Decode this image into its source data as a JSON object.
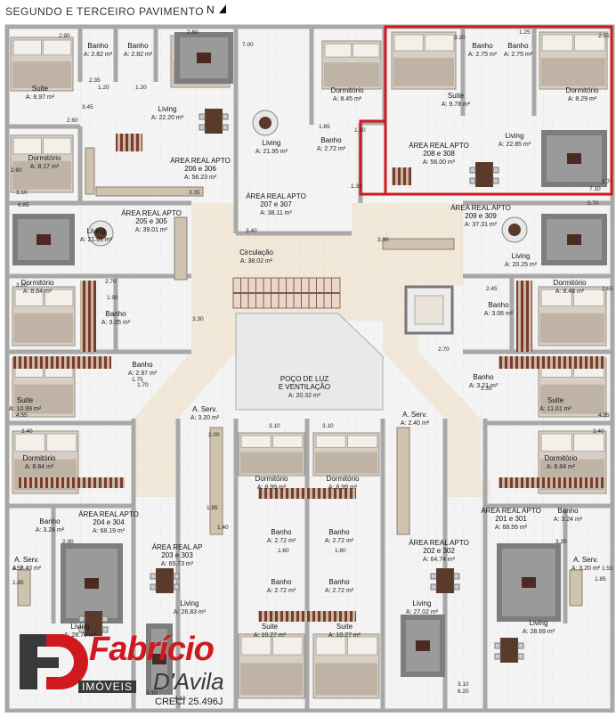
{
  "header": {
    "title": "SEGUNDO E TERCEIRO PAVIMENTO",
    "north": "N"
  },
  "rooms": [
    {
      "id": "suite-206-306",
      "name": "Suite",
      "area": "A: 8.97 m²"
    },
    {
      "id": "banho-a1",
      "name": "Banho",
      "area": "A: 2.82 m²"
    },
    {
      "id": "banho-a2",
      "name": "Banho",
      "area": "A: 2.82 m²"
    },
    {
      "id": "living-206-306",
      "name": "Living",
      "area": "A: 22.20 m²"
    },
    {
      "id": "dormitorio-206-306",
      "name": "Dormitório",
      "area": "A: 8.17 m²"
    },
    {
      "id": "area-real-206-306",
      "name": "ÁREA REAL APTO 206 e 306",
      "area": "A: 56.23 m²"
    },
    {
      "id": "dormitorio-207-307",
      "name": "Dormitório",
      "area": "A: 8.45 m²"
    },
    {
      "id": "living-207-307",
      "name": "Living",
      "area": "A: 21.95 m²"
    },
    {
      "id": "banho-207-307",
      "name": "Banho",
      "area": "A: 2.72 m²"
    },
    {
      "id": "area-real-207-307",
      "name": "ÁREA REAL APTO 207 e 307",
      "area": "A: 38.11 m²"
    },
    {
      "id": "suite-208-308",
      "name": "Suite",
      "area": "A: 9.78 m²"
    },
    {
      "id": "banho-b1",
      "name": "Banho",
      "area": "A: 2.75 m²"
    },
    {
      "id": "banho-b2",
      "name": "Banho",
      "area": "A: 2.75 m²"
    },
    {
      "id": "dormitorio-208-308",
      "name": "Dormitório",
      "area": "A: 8.29 m²"
    },
    {
      "id": "area-real-208-308",
      "name": "ÁREA REAL APTO 208 e 308",
      "area": "A: 56.00 m²"
    },
    {
      "id": "living-208-308",
      "name": "Living",
      "area": "A: 22.85 m²"
    },
    {
      "id": "area-real-205-305",
      "name": "ÁREA REAL APTO 205 e 305",
      "area": "A: 39.01 m²"
    },
    {
      "id": "living-205-305",
      "name": "Living",
      "area": "A: 21.61 m²"
    },
    {
      "id": "circulacao",
      "name": "Circulação",
      "area": "A: 38.02 m²"
    },
    {
      "id": "area-real-209-309",
      "name": "ÁREA REAL APTO 209 e 309",
      "area": "A: 37.31 m²"
    },
    {
      "id": "living-209-309",
      "name": "Living",
      "area": "A: 20.25 m²"
    },
    {
      "id": "dormitorio-205-305",
      "name": "Dormitório",
      "area": "A: 8.64 m²"
    },
    {
      "id": "banho-205-305",
      "name": "Banho",
      "area": "A: 3.05 m²"
    },
    {
      "id": "dormitorio-209-309",
      "name": "Dormitório",
      "area": "A: 8.48 m²"
    },
    {
      "id": "banho-209-309",
      "name": "Banho",
      "area": "A: 3.06 m²"
    },
    {
      "id": "banho-c1",
      "name": "Banho",
      "area": "A: 2.97 m²"
    },
    {
      "id": "poco",
      "name": "POÇO DE LUZ E VENTILAÇÃO",
      "area": "A: 20.32 m²"
    },
    {
      "id": "banho-c2",
      "name": "Banho",
      "area": "A: 3.21 m²"
    },
    {
      "id": "suite-204-304",
      "name": "Suite",
      "area": "A: 10.99 m²"
    },
    {
      "id": "suite-201-301",
      "name": "Suite",
      "area": "A: 11.01 m²"
    },
    {
      "id": "aserv-203",
      "name": "A. Serv.",
      "area": "A: 3.20 m²"
    },
    {
      "id": "aserv-202",
      "name": "A. Serv.",
      "area": "A: 2.40 m²"
    },
    {
      "id": "dormitorio-204-304",
      "name": "Dormitório",
      "area": "A: 8.84 m²"
    },
    {
      "id": "dormitorio-203-303",
      "name": "Dormitório",
      "area": "A: 8.99 m²"
    },
    {
      "id": "dormitorio-202-302",
      "name": "Dormitório",
      "area": "A: 8.99 m²"
    },
    {
      "id": "dormitorio-201-301",
      "name": "Dormitório",
      "area": "A: 8.84 m²"
    },
    {
      "id": "banho-204-304",
      "name": "Banho",
      "area": "A: 3.24 m²"
    },
    {
      "id": "area-real-204-304",
      "name": "ÁREA REAL APTO 204 e 304",
      "area": "A: 68.19 m²"
    },
    {
      "id": "area-real-201-301",
      "name": "ÁREA REAL APTO 201 e 301",
      "area": "A: 68.55 m²"
    },
    {
      "id": "banho-201-301",
      "name": "Banho",
      "area": "A: 3.24 m²"
    },
    {
      "id": "banho-d1",
      "name": "Banho",
      "area": "A: 2.72 m²"
    },
    {
      "id": "banho-d2",
      "name": "Banho",
      "area": "A: 2.72 m²"
    },
    {
      "id": "aserv-204",
      "name": "A. Serv.",
      "area": "A: 2.40 m²"
    },
    {
      "id": "area-real-203-303",
      "name": "ÁREA REAL AP 203 e 303",
      "area": "A: 65.73 m²"
    },
    {
      "id": "area-real-202-302",
      "name": "ÁREA REAL APTO 202 e 302",
      "area": "A: 64.74 m²"
    },
    {
      "id": "aserv-201",
      "name": "A. Serv.",
      "area": "A: 3.20 m²"
    },
    {
      "id": "banho-e1",
      "name": "Banho",
      "area": "A: 2.72 m²"
    },
    {
      "id": "banho-e2",
      "name": "Banho",
      "area": "A: 2.72 m²"
    },
    {
      "id": "living-203-303",
      "name": "Living",
      "area": "A: 26.83 m²"
    },
    {
      "id": "living-202-302",
      "name": "Living",
      "area": "A: 27.02 m²"
    },
    {
      "id": "living-204-304",
      "name": "Living",
      "area": "A: 28.70 m²"
    },
    {
      "id": "living-201-301",
      "name": "Living",
      "area": "A: 28.69 m²"
    },
    {
      "id": "suite-203-303",
      "name": "Suite",
      "area": "A: 10.27 m²"
    },
    {
      "id": "suite-202-302",
      "name": "Suite",
      "area": "A: 10.27 m²"
    }
  ],
  "dimensions": [
    "2.90",
    "2.60",
    "1.25",
    "2.55",
    "3.20",
    "2.35",
    "1.20",
    "1.20",
    "2.60",
    "3.45",
    "3.35",
    "2.60",
    "3.10",
    "7.00",
    "1.65",
    "1.10",
    "1.33",
    "7.10",
    "2.70",
    "5.70",
    "6.85",
    "3.40",
    "3.30",
    "3.20",
    "2.70",
    "2.45",
    "2.65",
    "1.90",
    "3.30",
    "1.75",
    "1.70",
    "2.70",
    "1.35",
    "4.55",
    "4.55",
    "3.40",
    "3.40",
    "3.10",
    "3.10",
    "2.00",
    "1.95",
    "1.40",
    "1.60",
    "1.60",
    "1.55",
    "1.55",
    "1.85",
    "1.85",
    "2.90",
    "3.20",
    "4.10",
    "6.20",
    "3.10",
    "3.10"
  ],
  "brand": {
    "name": "Fabrício",
    "surname": "D'Avila",
    "sub": "IMÓVEIS",
    "creci": "CRECI 25.496J"
  },
  "colors": {
    "wall": "#a8a8a8",
    "floor": "#f1f1f1",
    "circulation": "#f2e7d8",
    "highlight": "#d0181f",
    "brand_red": "#d0181f",
    "brand_dark": "#3a3a3a"
  }
}
